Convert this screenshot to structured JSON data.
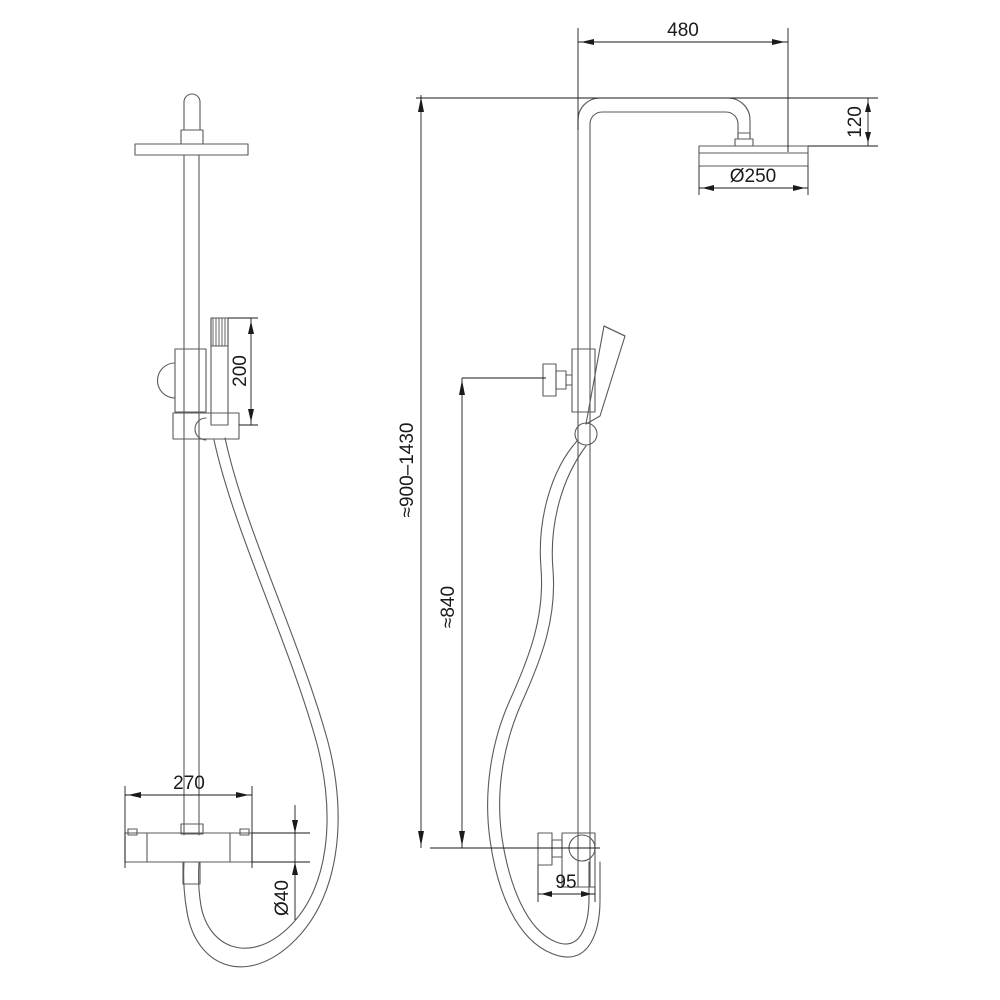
{
  "drawing": {
    "type": "technical-dimension-drawing",
    "subject": "Thermostatic rain shower column with hand shower",
    "background_color": "#ffffff",
    "line_color": "#5a5a5a",
    "dimension_line_color": "#1a1a1a",
    "text_color": "#1a1a1a",
    "units": "mm",
    "views": [
      {
        "id": "front-view",
        "name": "Front view",
        "position": "left"
      },
      {
        "id": "side-view",
        "name": "Side view",
        "position": "right"
      }
    ]
  },
  "dimensions": {
    "front_view": [
      {
        "id": "handset-length",
        "label": "200",
        "orientation": "vertical",
        "description": "Hand shower length"
      },
      {
        "id": "mixer-width",
        "label": "270",
        "orientation": "horizontal",
        "description": "Thermostatic mixer bar width"
      },
      {
        "id": "mixer-diameter",
        "label": "Ø40",
        "orientation": "vertical",
        "description": "Mixer body diameter"
      }
    ],
    "side_view": [
      {
        "id": "arm-projection",
        "label": "480",
        "orientation": "horizontal",
        "description": "Shower arm projection from wall"
      },
      {
        "id": "head-drop",
        "label": "120",
        "orientation": "vertical",
        "description": "Drop from top of riser to head underside"
      },
      {
        "id": "head-diameter",
        "label": "Ø250",
        "orientation": "horizontal",
        "description": "Rain shower head diameter"
      },
      {
        "id": "overall-height",
        "label": "≈900–1430",
        "orientation": "vertical",
        "description": "Adjustable overall height range"
      },
      {
        "id": "rail-height",
        "label": "≈840",
        "orientation": "vertical",
        "description": "Slide rail travel height"
      },
      {
        "id": "mixer-projection",
        "label": "95",
        "orientation": "horizontal",
        "description": "Mixer projection from wall"
      }
    ]
  }
}
